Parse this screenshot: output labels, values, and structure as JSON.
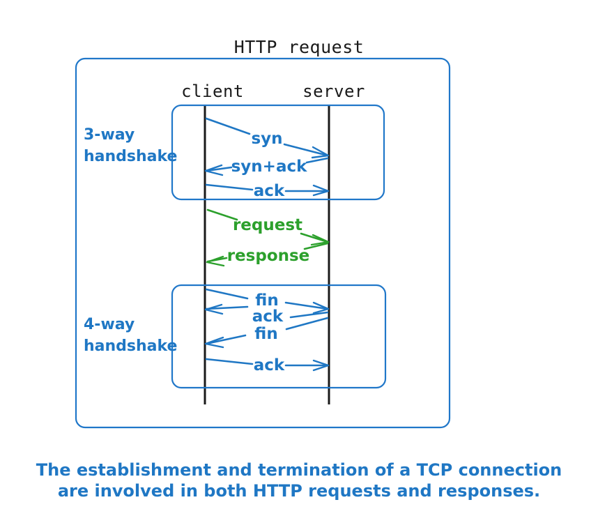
{
  "diagram": {
    "title": "HTTP request",
    "participants": [
      {
        "id": "client",
        "label": "client"
      },
      {
        "id": "server",
        "label": "server"
      }
    ],
    "groups": [
      {
        "id": "three-way",
        "label_line1": "3-way",
        "label_line2": "handshake"
      },
      {
        "id": "four-way",
        "label_line1": "4-way",
        "label_line2": "handshake"
      }
    ],
    "messages": [
      {
        "id": "syn",
        "label": "syn",
        "from": "client",
        "to": "server",
        "color": "#1f77c4",
        "group": "three-way"
      },
      {
        "id": "syn-ack",
        "label": "syn+ack",
        "from": "server",
        "to": "client",
        "color": "#1f77c4",
        "group": "three-way"
      },
      {
        "id": "ack-1",
        "label": "ack",
        "from": "client",
        "to": "server",
        "color": "#1f77c4",
        "group": "three-way"
      },
      {
        "id": "request",
        "label": "request",
        "from": "client",
        "to": "server",
        "color": "#2ca02c",
        "group": "none"
      },
      {
        "id": "response",
        "label": "response",
        "from": "server",
        "to": "client",
        "color": "#2ca02c",
        "group": "none"
      },
      {
        "id": "fin-1",
        "label": "fin",
        "from": "client",
        "to": "server",
        "color": "#1f77c4",
        "group": "four-way"
      },
      {
        "id": "ack-2",
        "label": "ack",
        "from": "server",
        "to": "client",
        "color": "#1f77c4",
        "group": "four-way"
      },
      {
        "id": "fin-2",
        "label": "fin",
        "from": "server",
        "to": "client",
        "color": "#1f77c4",
        "group": "four-way"
      },
      {
        "id": "ack-3",
        "label": "ack",
        "from": "client",
        "to": "server",
        "color": "#1f77c4",
        "group": "four-way"
      }
    ],
    "caption": {
      "line1": "The establishment and termination of a TCP connection",
      "line2": "are involved in both HTTP requests and responses."
    },
    "colors": {
      "blue": "#1f77c4",
      "box_blue": "#2077c9",
      "green": "#2ca02c",
      "black": "#1a1a1a",
      "background": "#ffffff"
    }
  }
}
